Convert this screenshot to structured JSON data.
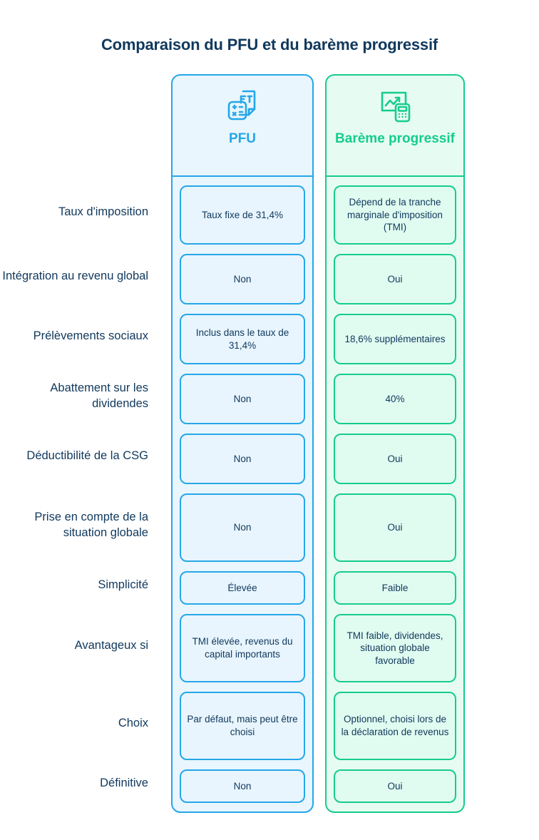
{
  "title": "Comparaison du PFU et du barème progressif",
  "colors": {
    "title_text": "#10385c",
    "blue_accent": "#26a7e8",
    "green_accent": "#16cc8e",
    "blue_cell_fill": "#e8f5fe",
    "green_cell_fill": "#e0fbf0",
    "body_text": "#10385c",
    "background": "#ffffff"
  },
  "columns": [
    {
      "id": "pfu",
      "label": "PFU",
      "icon": "calculator-document-icon",
      "accent": "#26a7e8"
    },
    {
      "id": "bareme",
      "label": "Barème progressif",
      "icon": "chart-calculator-icon",
      "accent": "#16cc8e"
    }
  ],
  "rows": [
    {
      "label": "Taux d'imposition",
      "pfu": "Taux fixe de 31,4%",
      "bareme": "Dépend de la tranche marginale d'imposition (TMI)",
      "height": 83
    },
    {
      "label": "Intégration au revenu global",
      "pfu": "Non",
      "bareme": "Oui",
      "height": 71
    },
    {
      "label": "Prélèvements sociaux",
      "pfu": "Inclus dans le taux de 31,4%",
      "bareme": "18,6% supplémentaires",
      "height": 71
    },
    {
      "label": "Abattement sur les dividendes",
      "pfu": "Non",
      "bareme": "40%",
      "height": 71
    },
    {
      "label": "Déductibilité de la CSG",
      "pfu": "Non",
      "bareme": "Oui",
      "height": 71
    },
    {
      "label": "Prise en compte de la situation globale",
      "pfu": "Non",
      "bareme": "Oui",
      "height": 96
    },
    {
      "label": "Simplicité",
      "pfu": "Élevée",
      "bareme": "Faible",
      "height": 47
    },
    {
      "label": "Avantageux si",
      "pfu": "TMI élevée, revenus du capital importants",
      "bareme": "TMI faible, dividendes, situation globale favorable",
      "height": 96
    },
    {
      "label": "Choix",
      "pfu": "Par défaut, mais peut être choisi",
      "bareme": "Optionnel, choisi lors de la déclaration de revenus",
      "height": 96
    },
    {
      "label": "Définitive",
      "pfu": "Non",
      "bareme": "Oui",
      "height": 47
    }
  ]
}
